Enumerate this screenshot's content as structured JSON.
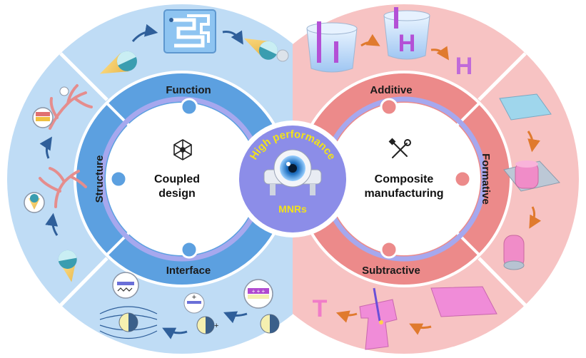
{
  "left": {
    "center_title_line1": "Coupled",
    "center_title_line2": "design",
    "center_icon": "network-cube-icon",
    "ring_labels": {
      "top": "Function",
      "left": "Structure",
      "bottom": "Interface"
    }
  },
  "right": {
    "center_title_line1": "Composite",
    "center_title_line2": "manufacturing",
    "center_icon": "wrench-screwdriver-icon",
    "ring_labels": {
      "top": "Additive",
      "right": "Formative",
      "bottom": "Subtractive"
    }
  },
  "hub": {
    "arc_text": "High performance",
    "bottom_text": "MNRs",
    "icon": "robot-eye-icon"
  },
  "colors": {
    "left_outer": "#bfdcf5",
    "left_ring": "#5ca0e0",
    "right_outer": "#f7c3c3",
    "right_ring": "#ec8a8a",
    "hub": "#8c8de8",
    "hub_text": "#f2e21a",
    "arrow_left": "#2f5f9a",
    "arrow_right": "#e07a2e"
  }
}
